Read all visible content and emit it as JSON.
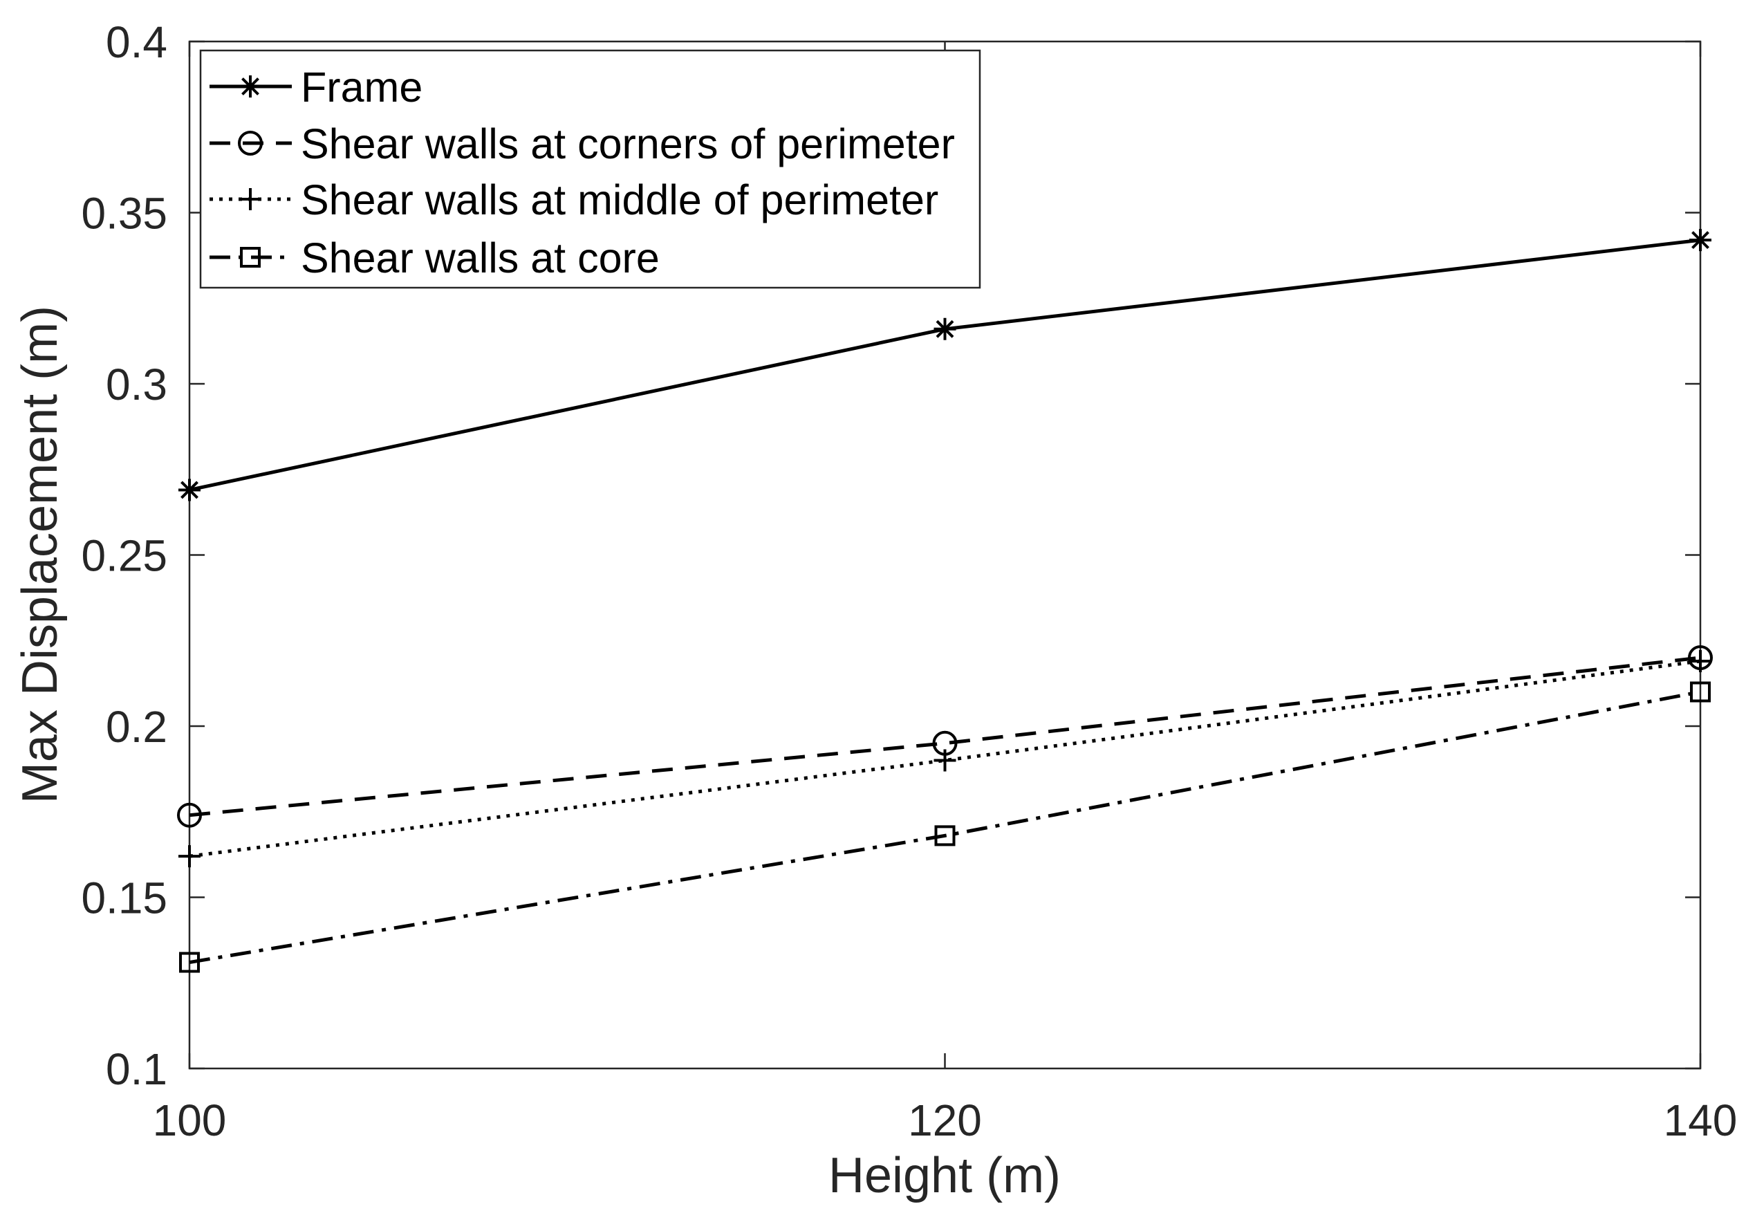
{
  "chart_data": {
    "type": "line",
    "x": [
      100,
      120,
      140
    ],
    "xlabel": "Height (m)",
    "ylabel": "Max Displacement (m)",
    "xlim": [
      100,
      140
    ],
    "ylim": [
      0.1,
      0.4
    ],
    "xticks": [
      "100",
      "120",
      "140"
    ],
    "yticks": [
      "0.1",
      "0.15",
      "0.2",
      "0.25",
      "0.3",
      "0.35",
      "0.4"
    ],
    "grid": false,
    "legend_position": "top-left",
    "series": [
      {
        "name": "Frame",
        "values": [
          0.269,
          0.316,
          0.342
        ],
        "marker": "asterisk",
        "line_style": "solid"
      },
      {
        "name": "Shear walls at corners of perimeter",
        "values": [
          0.174,
          0.195,
          0.22
        ],
        "marker": "circle",
        "line_style": "dashed"
      },
      {
        "name": "Shear walls at middle of perimeter",
        "values": [
          0.162,
          0.19,
          0.219
        ],
        "marker": "plus",
        "line_style": "dotted"
      },
      {
        "name": "Shear walls at core",
        "values": [
          0.131,
          0.168,
          0.21
        ],
        "marker": "square",
        "line_style": "dash-dot"
      }
    ],
    "line_color": "#000000",
    "axis_color": "#262626"
  }
}
